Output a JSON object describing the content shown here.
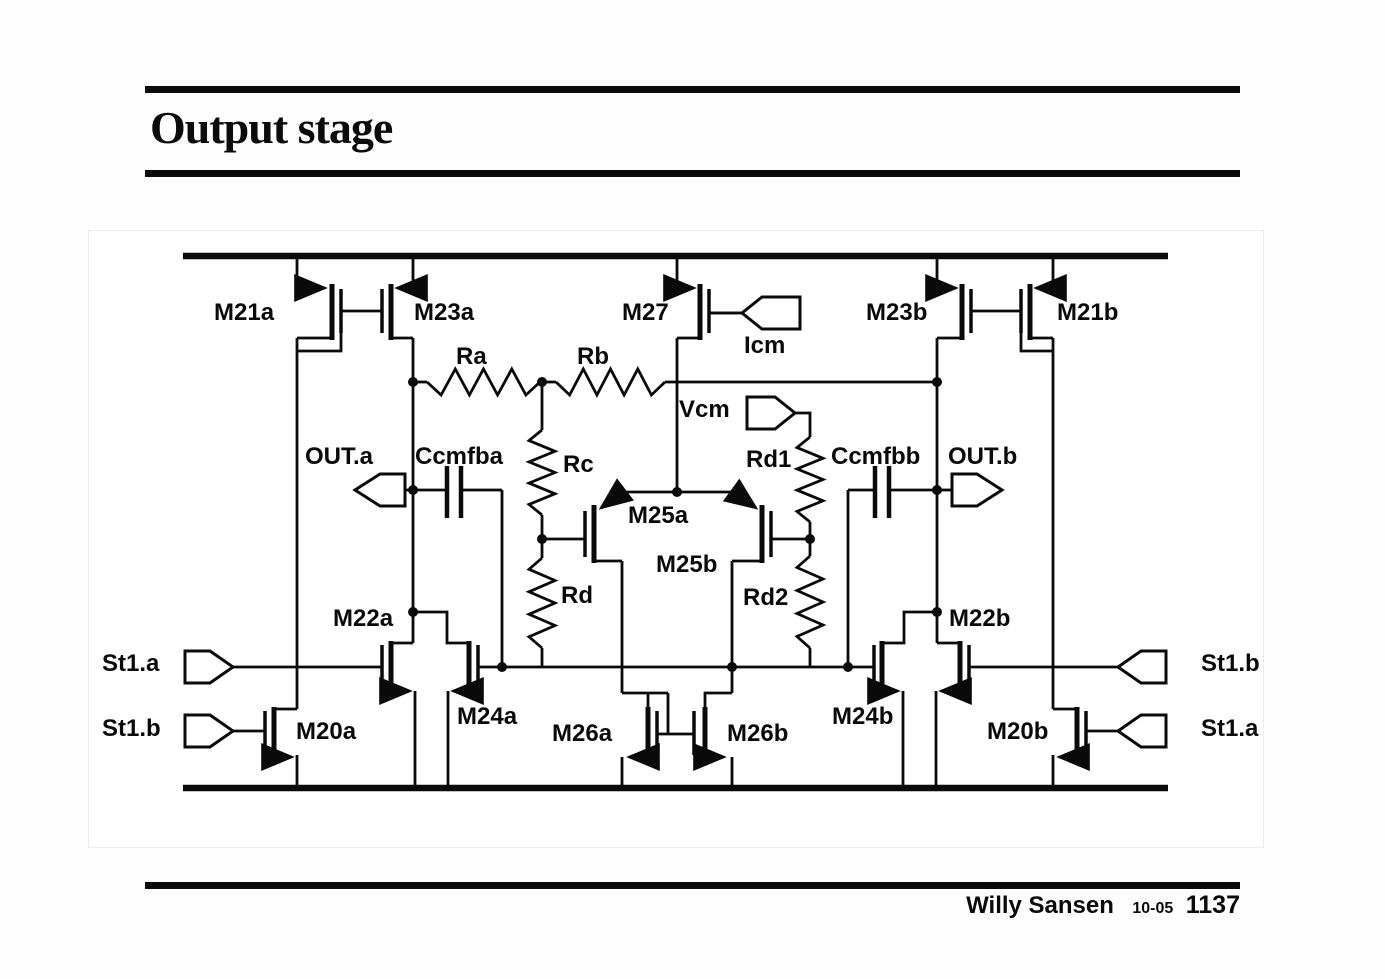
{
  "slide": {
    "title": "Output stage",
    "footer": {
      "author": "Willy Sansen",
      "date": "10-05",
      "page": "1137"
    }
  },
  "circuit": {
    "transistor_labels": {
      "m20a": "M20a",
      "m20b": "M20b",
      "m21a": "M21a",
      "m21b": "M21b",
      "m22a": "M22a",
      "m22b": "M22b",
      "m23a": "M23a",
      "m23b": "M23b",
      "m24a": "M24a",
      "m24b": "M24b",
      "m25a": "M25a",
      "m25b": "M25b",
      "m26a": "M26a",
      "m26b": "M26b",
      "m27": "M27"
    },
    "resistor_labels": {
      "ra": "Ra",
      "rb": "Rb",
      "rc": "Rc",
      "rd": "Rd",
      "rd1": "Rd1",
      "rd2": "Rd2"
    },
    "capacitor_labels": {
      "ccmfba": "Ccmfba",
      "ccmfbb": "Ccmfbb"
    },
    "port_labels": {
      "st1a_left": "St1.a",
      "st1b_left": "St1.b",
      "out_a": "OUT.a",
      "out_b": "OUT.b",
      "icm": "Icm",
      "vcm": "Vcm",
      "st1b_right": "St1.b",
      "st1a_right": "St1.a"
    },
    "colors": {
      "ink": "#0a0a0a",
      "panel": "#ffffff",
      "background": "#fdfdfd"
    }
  }
}
